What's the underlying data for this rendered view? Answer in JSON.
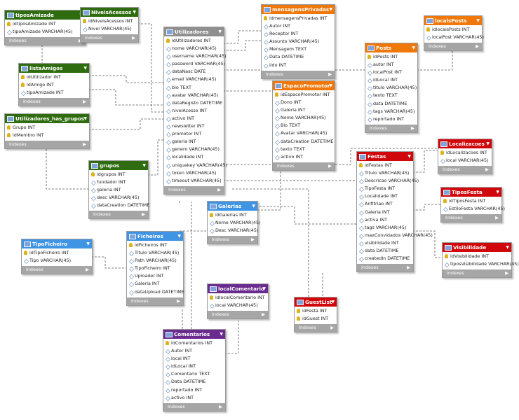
{
  "colors": {
    "green": "#2f6b0f",
    "gray": "#8f8f8f",
    "orange": "#f0780a",
    "blue": "#3f94e3",
    "purple": "#6a2b8f",
    "red": "#d1080b"
  },
  "index_label": "Indexes",
  "tables": [
    {
      "id": "tiposAmizade",
      "name": "tiposAmizade",
      "color": "green",
      "cols": [
        [
          "pk",
          "idtiposAmizade INT"
        ],
        [
          "c",
          "tipoAmizade VARCHAR(45)"
        ]
      ]
    },
    {
      "id": "NiveisAcessos",
      "name": "NiveisAcessos",
      "color": "green",
      "cols": [
        [
          "pk",
          "idNiveisAcessos INT"
        ],
        [
          "c",
          "Nivel VARCHAR(45)"
        ]
      ]
    },
    {
      "id": "listaAmigos",
      "name": "listaAmigos",
      "color": "green",
      "cols": [
        [
          "pk",
          "idUtilizador INT"
        ],
        [
          "pk",
          "idAmigo INT"
        ],
        [
          "c",
          "tipoAmizade INT"
        ]
      ]
    },
    {
      "id": "Utilizadores_has_grupos",
      "name": "Utilizadores_has_grupos",
      "color": "green",
      "cols": [
        [
          "pk",
          "Grupo INT"
        ],
        [
          "pk",
          "idMembro INT"
        ]
      ]
    },
    {
      "id": "grupos",
      "name": "grupos",
      "color": "green",
      "cols": [
        [
          "pk",
          "idgrupos INT"
        ],
        [
          "c",
          "fundador INT"
        ],
        [
          "c",
          "galeria INT"
        ],
        [
          "c",
          "desc VARCHAR(45)"
        ],
        [
          "c",
          "dataCreation DATETIME"
        ]
      ]
    },
    {
      "id": "Utilizadores",
      "name": "Utilizadores",
      "color": "gray",
      "cols": [
        [
          "pk",
          "idUtilizadores INT"
        ],
        [
          "c",
          "nome VARCHAR(45)"
        ],
        [
          "c",
          "username VARCHAR(45)"
        ],
        [
          "c",
          "password VARCHAR(45)"
        ],
        [
          "c",
          "dataNasc DATE"
        ],
        [
          "c",
          "email VARCHAR(45)"
        ],
        [
          "c",
          "bio TEXT"
        ],
        [
          "c",
          "avatar VARCHAR(45)"
        ],
        [
          "c",
          "dataRegisto DATETIME"
        ],
        [
          "c",
          "nivelAcesso INT"
        ],
        [
          "c",
          "activo INT"
        ],
        [
          "c",
          "newsletter INT"
        ],
        [
          "c",
          "promotor INT"
        ],
        [
          "c",
          "galeria INT"
        ],
        [
          "c",
          "genero VARCHAR(45)"
        ],
        [
          "c",
          "localidade INT"
        ],
        [
          "c",
          "uniquekey VARCHAR(45)"
        ],
        [
          "c",
          "token VARCHAR(45)"
        ],
        [
          "c",
          "timeout VARCHAR(45)"
        ]
      ]
    },
    {
      "id": "mensagensPrivadas",
      "name": "mensagensPrivadas",
      "color": "orange",
      "cols": [
        [
          "pk",
          "idmensagensPrivadas INT"
        ],
        [
          "c",
          "Autor INT"
        ],
        [
          "c",
          "Receptor INT"
        ],
        [
          "c",
          "Assunto VARCHAR(45)"
        ],
        [
          "c",
          "Mensagem TEXT"
        ],
        [
          "c",
          "Data DATETIME"
        ],
        [
          "c",
          "lido INT"
        ]
      ]
    },
    {
      "id": "EspacoPromotor",
      "name": "EspacoPromotor",
      "color": "orange",
      "cols": [
        [
          "pk",
          "idEspacoPromotor INT"
        ],
        [
          "c",
          "Dono INT"
        ],
        [
          "c",
          "Galeria INT"
        ],
        [
          "c",
          "Nome VARCHAR(45)"
        ],
        [
          "c",
          "Bio TEXT"
        ],
        [
          "c",
          "Avatar VARCHAR(45)"
        ],
        [
          "c",
          "dataCreation DATETIME"
        ],
        [
          "c",
          "texto TEXT"
        ],
        [
          "c",
          "activo INT"
        ]
      ]
    },
    {
      "id": "Posts",
      "name": "Posts",
      "color": "orange",
      "cols": [
        [
          "pk",
          "idPosts INT"
        ],
        [
          "c",
          "autor INT"
        ],
        [
          "c",
          "localPost INT"
        ],
        [
          "c",
          "idLocal INT"
        ],
        [
          "c",
          "titulo VARCHAR(45)"
        ],
        [
          "c",
          "texto TEXT"
        ],
        [
          "c",
          "data DATETIME"
        ],
        [
          "c",
          "tags VARCHAR(45)"
        ],
        [
          "c",
          "reportado INT"
        ]
      ]
    },
    {
      "id": "localsPosts",
      "name": "localsPosts",
      "color": "orange",
      "cols": [
        [
          "pk",
          "idlocaisPosts INT"
        ],
        [
          "c",
          "localPost VARCHAR(45)"
        ]
      ]
    },
    {
      "id": "Festas",
      "name": "Festas",
      "color": "red",
      "cols": [
        [
          "pk",
          "idFestas INT"
        ],
        [
          "c",
          "Titulo VARCHAR(45)"
        ],
        [
          "c",
          "Descricao VARCHAR(45)"
        ],
        [
          "c",
          "TipoFesta INT"
        ],
        [
          "c",
          "Localidade INT"
        ],
        [
          "c",
          "Anfitriao INT"
        ],
        [
          "c",
          "Galeria INT"
        ],
        [
          "c",
          "activa INT"
        ],
        [
          "c",
          "tags VARCHAR(45)"
        ],
        [
          "c",
          "maxConvidados VARCHAR(45)"
        ],
        [
          "c",
          "visibilidade INT"
        ],
        [
          "c",
          "data DATETIME"
        ],
        [
          "c",
          "createdIn DATETIME"
        ]
      ]
    },
    {
      "id": "Localizacoes",
      "name": "Localizacoes",
      "color": "red",
      "cols": [
        [
          "pk",
          "idLocalizacoes INT"
        ],
        [
          "c",
          "local VARCHAR(45)"
        ]
      ]
    },
    {
      "id": "TiposFesta",
      "name": "TiposFesta",
      "color": "red",
      "cols": [
        [
          "pk",
          "idTiposFesta INT"
        ],
        [
          "c",
          "EstiloFesta VARCHAR(45)"
        ]
      ]
    },
    {
      "id": "Visibilidade",
      "name": "Visibilidade",
      "color": "red",
      "cols": [
        [
          "pk",
          "idVisibilidade INT"
        ],
        [
          "c",
          "tiposVisibilidade VARCHAR(45)"
        ]
      ]
    },
    {
      "id": "GuestList",
      "name": "GuestList",
      "color": "red",
      "cols": [
        [
          "pk",
          "idFesta INT"
        ],
        [
          "pk",
          "idGuest INT"
        ]
      ]
    },
    {
      "id": "Galerias",
      "name": "Galerias",
      "color": "blue",
      "cols": [
        [
          "pk",
          "idGalerias INT"
        ],
        [
          "c",
          "Nome VARCHAR(45)"
        ],
        [
          "c",
          "Desc VARCHAR(45)"
        ]
      ]
    },
    {
      "id": "TipoFicheiro",
      "name": "TipoFicheiro",
      "color": "blue",
      "cols": [
        [
          "pk",
          "idTipoFicheiro INT"
        ],
        [
          "c",
          "Tipo VARCHAR(45)"
        ]
      ]
    },
    {
      "id": "Ficheiros",
      "name": "Ficheiros",
      "color": "blue",
      "cols": [
        [
          "pk",
          "idFicheiros INT"
        ],
        [
          "c",
          "Titulo VARCHAR(45)"
        ],
        [
          "c",
          "Path VARCHAR(45)"
        ],
        [
          "c",
          "TipoFicheiro INT"
        ],
        [
          "c",
          "Uploader INT"
        ],
        [
          "c",
          "Galeria INT"
        ],
        [
          "c",
          "dataUpload DATETIME"
        ]
      ]
    },
    {
      "id": "localComentario",
      "name": "localComentario",
      "color": "purple",
      "cols": [
        [
          "pk",
          "idlocalComentario INT"
        ],
        [
          "c",
          "local VARCHAR(45)"
        ]
      ]
    },
    {
      "id": "Comentarios",
      "name": "Comentarios",
      "color": "purple",
      "cols": [
        [
          "pk",
          "idComentarios INT"
        ],
        [
          "c",
          "Autor INT"
        ],
        [
          "c",
          "local INT"
        ],
        [
          "c",
          "idLocal INT"
        ],
        [
          "c",
          "Comentario TEXT"
        ],
        [
          "c",
          "Data DATETIME"
        ],
        [
          "c",
          "reportado INT"
        ],
        [
          "c",
          "activo INT"
        ]
      ]
    }
  ]
}
